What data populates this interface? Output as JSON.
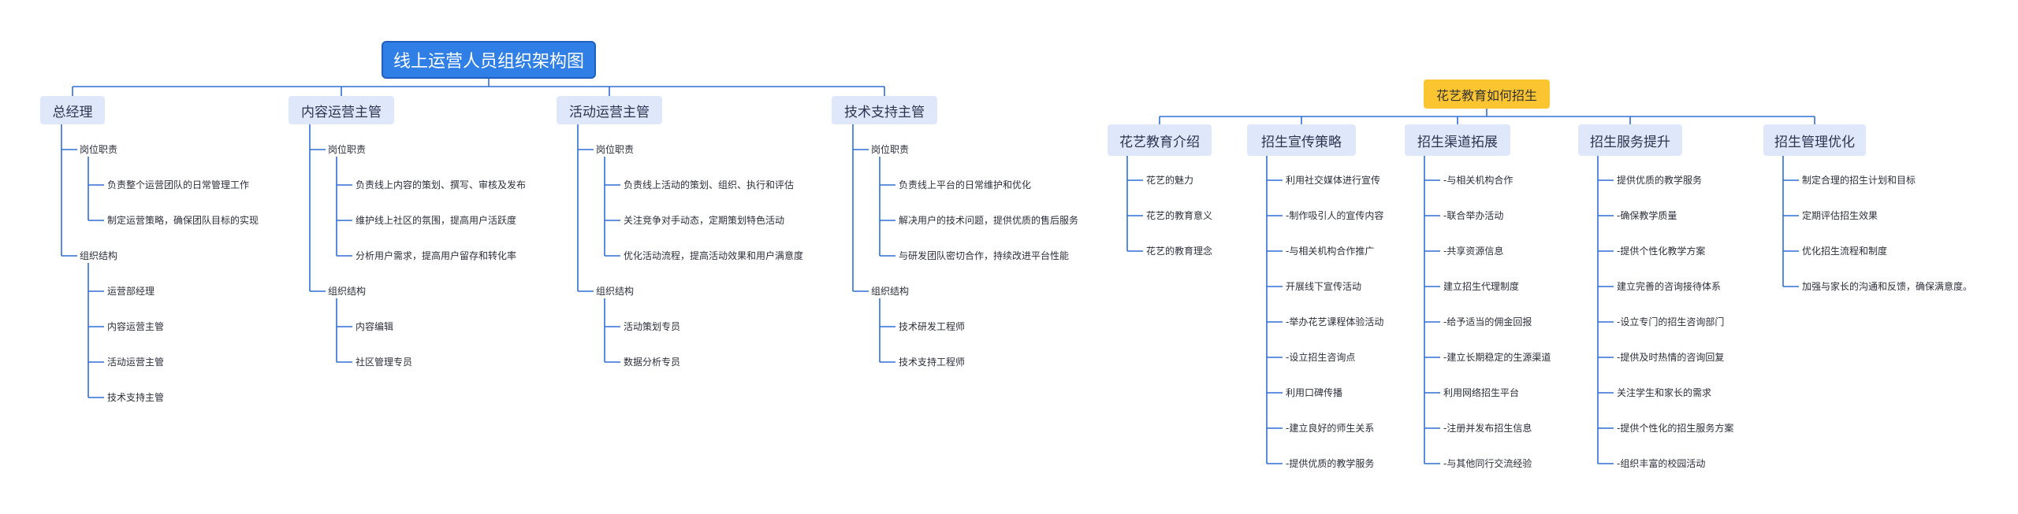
{
  "left_map": {
    "root": "线上运营人员组织架构图",
    "branches": [
      {
        "title": "总经理",
        "groups": [
          {
            "label": "岗位职责",
            "items": [
              "负责整个运营团队的日常管理工作",
              "制定运营策略，确保团队目标的实现"
            ]
          },
          {
            "label": "组织结构",
            "items": [
              "运营部经理",
              "内容运营主管",
              "活动运营主管",
              "技术支持主管"
            ]
          }
        ]
      },
      {
        "title": "内容运营主管",
        "groups": [
          {
            "label": "岗位职责",
            "items": [
              "负责线上内容的策划、撰写、审核及发布",
              "维护线上社区的氛围，提高用户活跃度",
              "分析用户需求，提高用户留存和转化率"
            ]
          },
          {
            "label": "组织结构",
            "items": [
              "内容编辑",
              "社区管理专员"
            ]
          }
        ]
      },
      {
        "title": "活动运营主管",
        "groups": [
          {
            "label": "岗位职责",
            "items": [
              "负责线上活动的策划、组织、执行和评估",
              "关注竞争对手动态，定期策划特色活动",
              "优化活动流程，提高活动效果和用户满意度"
            ]
          },
          {
            "label": "组织结构",
            "items": [
              "活动策划专员",
              "数据分析专员"
            ]
          }
        ]
      },
      {
        "title": "技术支持主管",
        "groups": [
          {
            "label": "岗位职责",
            "items": [
              "负责线上平台的日常维护和优化",
              "解决用户的技术问题，提供优质的售后服务",
              "与研发团队密切合作，持续改进平台性能"
            ]
          },
          {
            "label": "组织结构",
            "items": [
              "技术研发工程师",
              "技术支持工程师"
            ]
          }
        ]
      }
    ]
  },
  "right_map": {
    "root": "花艺教育如何招生",
    "branches": [
      {
        "title": "花艺教育介绍",
        "items": [
          "花艺的魅力",
          "花艺的教育意义",
          "花艺的教育理念"
        ]
      },
      {
        "title": "招生宣传策略",
        "items": [
          "利用社交媒体进行宣传",
          "-制作吸引人的宣传内容",
          "-与相关机构合作推广",
          "开展线下宣传活动",
          "-举办花艺课程体验活动",
          "-设立招生咨询点",
          "利用口碑传播",
          "-建立良好的师生关系",
          "-提供优质的教学服务"
        ]
      },
      {
        "title": "招生渠道拓展",
        "items": [
          "-与相关机构合作",
          "-联合举办活动",
          "-共享资源信息",
          "建立招生代理制度",
          "-给予适当的佣金回报",
          "-建立长期稳定的生源渠道",
          "利用网络招生平台",
          "-注册并发布招生信息",
          "-与其他同行交流经验"
        ]
      },
      {
        "title": "招生服务提升",
        "items": [
          "提供优质的教学服务",
          "-确保教学质量",
          "-提供个性化教学方案",
          "建立完善的咨询接待体系",
          "-设立专门的招生咨询部门",
          "-提供及时热情的咨询回复",
          "关注学生和家长的需求",
          "-提供个性化的招生服务方案",
          "-组织丰富的校园活动"
        ]
      },
      {
        "title": "招生管理优化",
        "items": [
          "制定合理的招生计划和目标",
          "定期评估招生效果",
          "优化招生流程和制度",
          "加强与家长的沟通和反馈，确保满意度。"
        ]
      }
    ]
  },
  "colors": {
    "line": "#2f6fd6",
    "root_blue": "#2f7fe6",
    "root_yellow": "#fbc531",
    "branch_bg": "#dfe7fb"
  }
}
